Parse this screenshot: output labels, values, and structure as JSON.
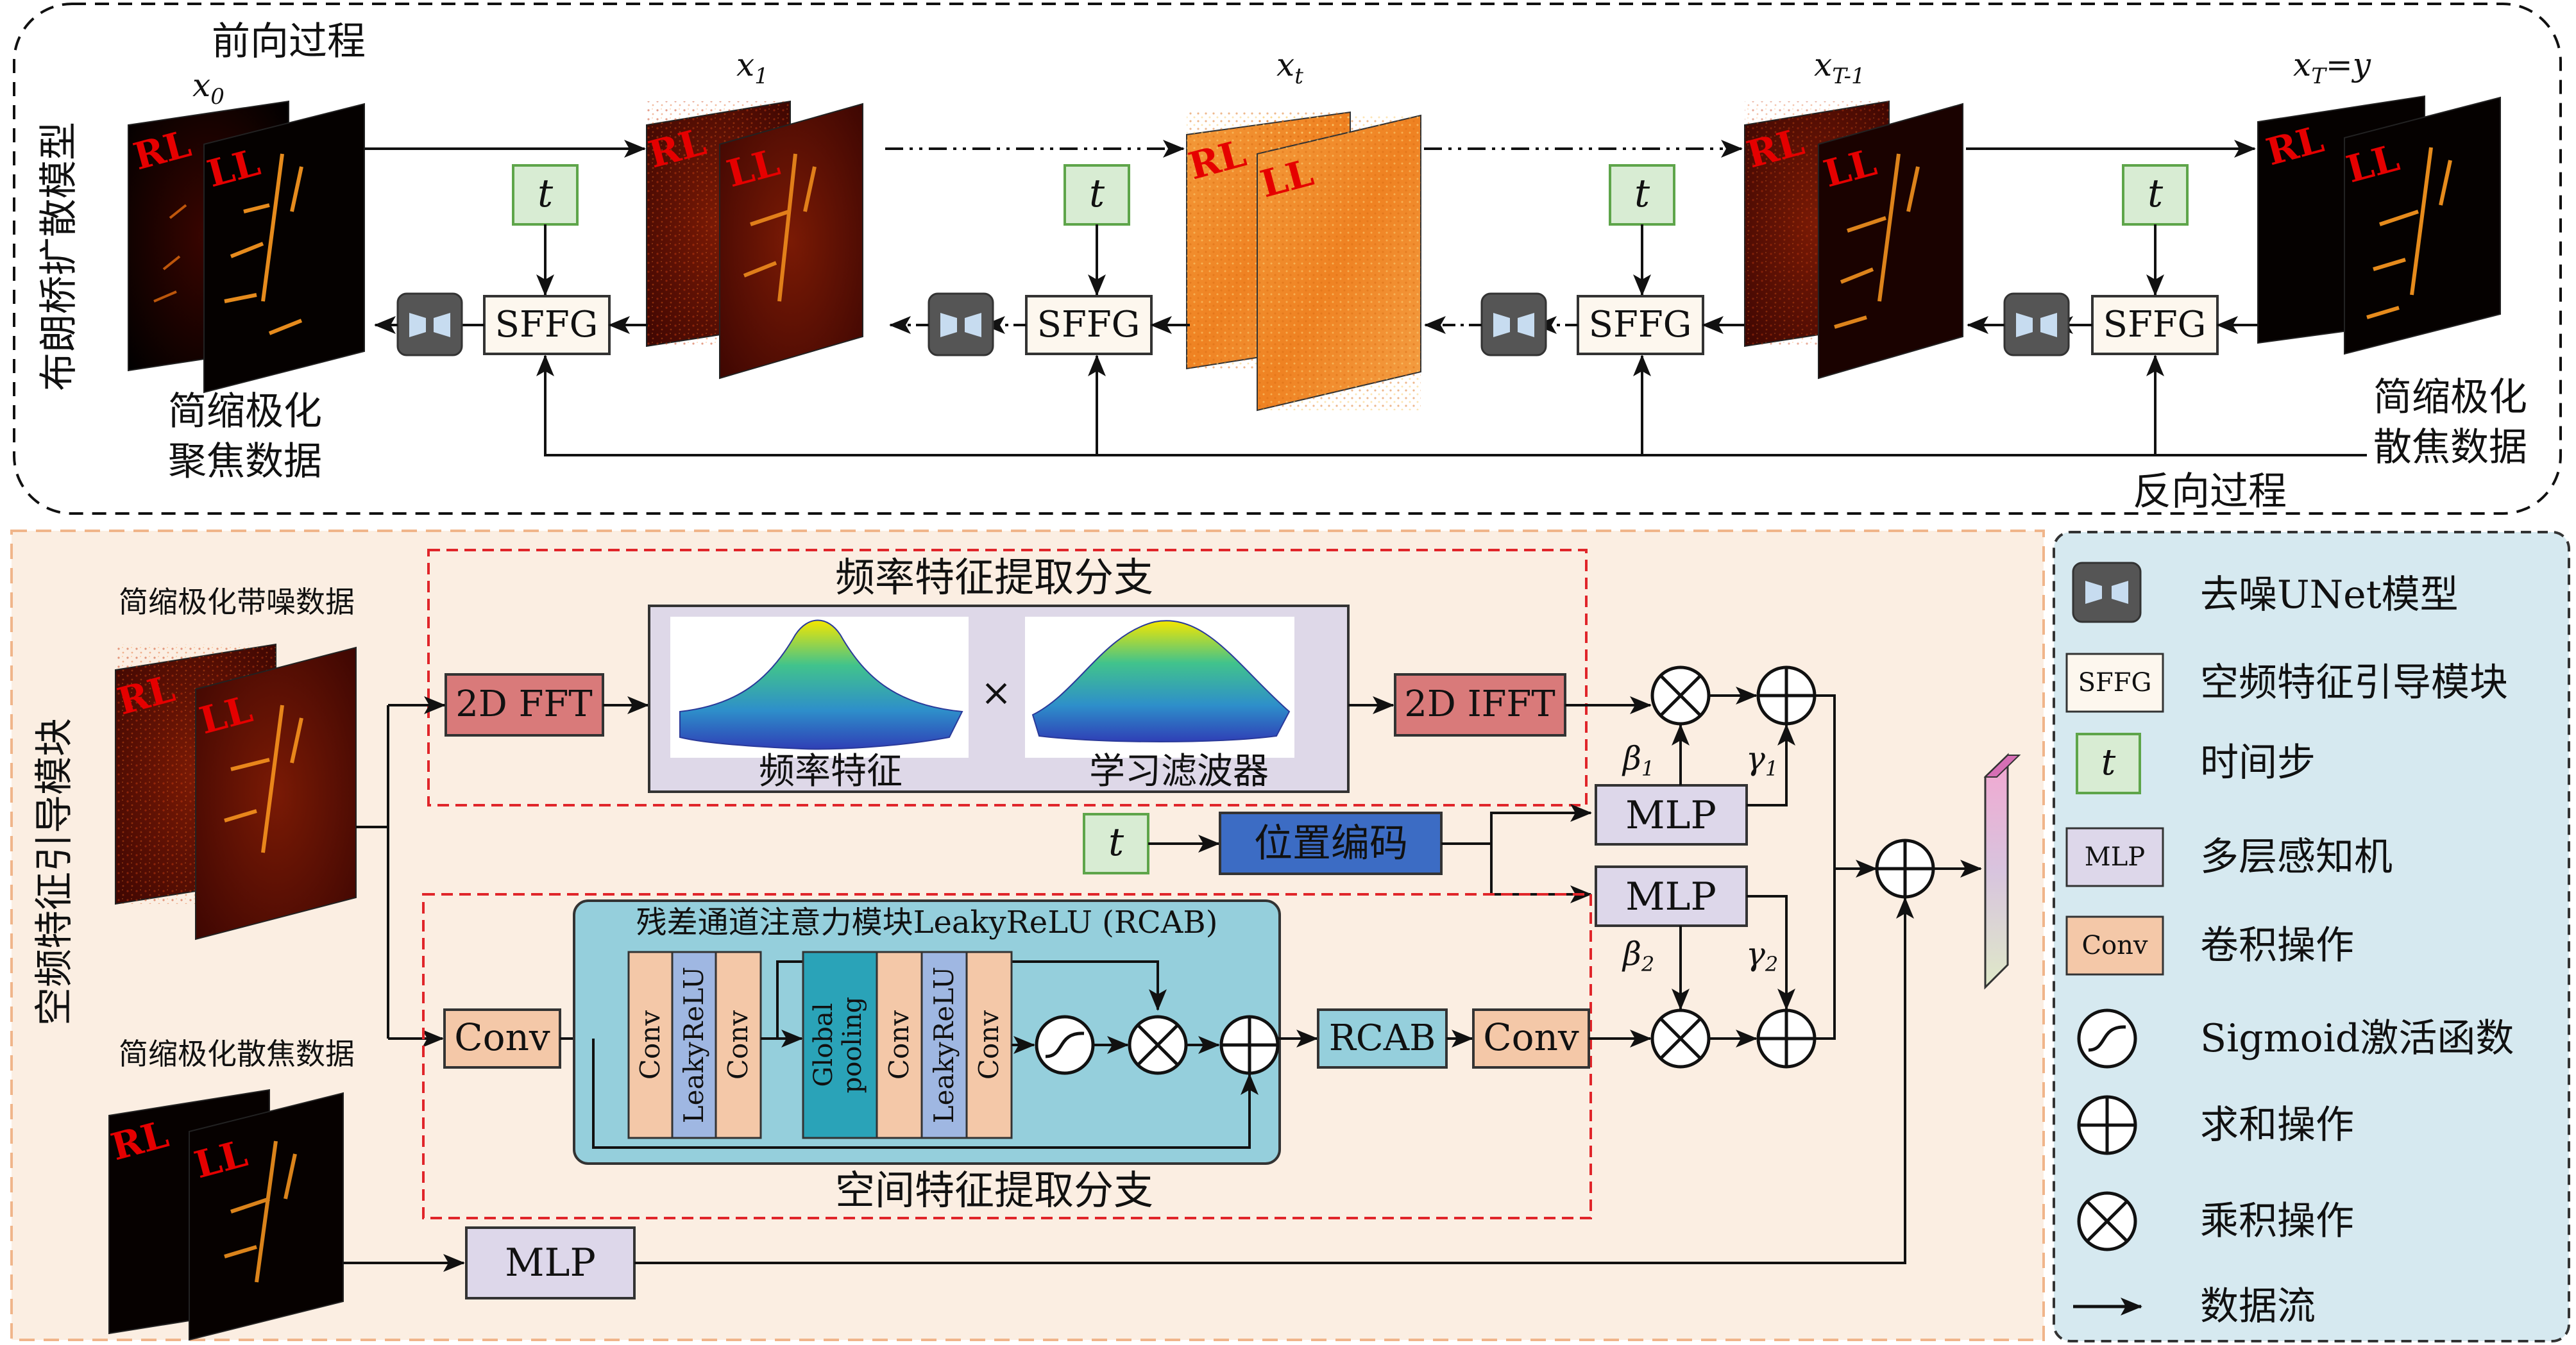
{
  "top": {
    "vertical_title": "布朗桥扩散模型",
    "forward_label": "前向过程",
    "reverse_label": "反向过程",
    "left_caption": [
      "简缩极化",
      "聚焦数据"
    ],
    "right_caption": [
      "简缩极化",
      "散焦数据"
    ],
    "states": [
      {
        "label": "x",
        "sub": "0"
      },
      {
        "label": "x",
        "sub": "1"
      },
      {
        "label": "x",
        "sub": "t"
      },
      {
        "label": "x",
        "sub": "T-1"
      },
      {
        "label": "x",
        "sub": "T",
        "suffix": "=y"
      }
    ],
    "rl": "RL",
    "ll": "LL",
    "time_label": "t",
    "sffg_label": "SFFG"
  },
  "bottom": {
    "vertical_title": "空频特征引导模块",
    "noisy_caption": "简缩极化带噪数据",
    "defocus_caption": "简缩极化散焦数据",
    "freq_branch_title": "频率特征提取分支",
    "fft_label": "2D FFT",
    "ifft_label": "2D IFFT",
    "freq_feature_label": "频率特征",
    "filter_label": "学习滤波器",
    "times_symbol": "×",
    "time_label": "t",
    "pos_enc_label": "位置编码",
    "mlp_label": "MLP",
    "conv_label": "Conv",
    "rcab_title": "残差通道注意力模块LeakyReLU (RCAB)",
    "leaky_label": "LeakyReLU",
    "global_pooling_label": [
      "Global",
      "pooling"
    ],
    "rcab_label": "RCAB",
    "spatial_branch_title": "空间特征提取分支",
    "beta1": {
      "label": "β",
      "sub": "1"
    },
    "gamma1": {
      "label": "γ",
      "sub": "1"
    },
    "beta2": {
      "label": "β",
      "sub": "2"
    },
    "gamma2": {
      "label": "γ",
      "sub": "2"
    }
  },
  "legend": {
    "items": [
      {
        "icon": "unet-icon",
        "symbol": "",
        "text": "去噪UNet模型"
      },
      {
        "icon": "sffg-box",
        "symbol": "SFFG",
        "text": "空频特征引导模块"
      },
      {
        "icon": "timestep-box",
        "symbol": "t",
        "text": "时间步"
      },
      {
        "icon": "mlp-box",
        "symbol": "MLP",
        "text": "多层感知机"
      },
      {
        "icon": "conv-box",
        "symbol": "Conv",
        "text": "卷积操作"
      },
      {
        "icon": "sigmoid-icon",
        "symbol": "",
        "text": "Sigmoid激活函数"
      },
      {
        "icon": "sum-icon",
        "symbol": "",
        "text": "求和操作"
      },
      {
        "icon": "product-icon",
        "symbol": "",
        "text": "乘积操作"
      },
      {
        "icon": "arrow-icon",
        "symbol": "",
        "text": "数据流"
      }
    ]
  },
  "colors": {
    "bottom_bg": "#fbeee2",
    "legend_bg": "#d6e9f0",
    "t_box": "#d8ecd3",
    "sffg_box": "#fdf7ee",
    "fft_box": "#d97a7a",
    "pos_enc_box": "#3c6cc4",
    "mlp_box": "#ddd7ea",
    "conv_box": "#f4c8a8",
    "rcab_outer": "#95cfdc",
    "pooling_box": "#2aa3b8",
    "leaky_box": "#9fb7e2",
    "freq_panel": "#ded8e8",
    "dashed_red": "#e0252a"
  }
}
